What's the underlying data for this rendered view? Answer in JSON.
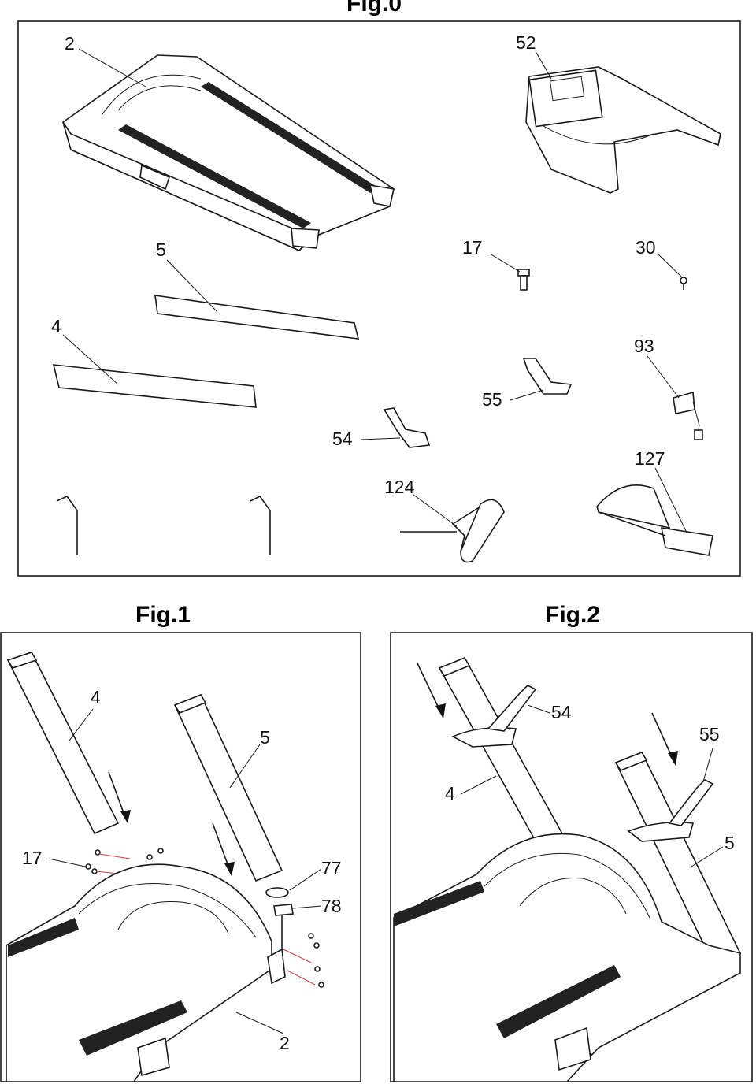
{
  "fig0": {
    "title_partial": "Fig.0",
    "labels": {
      "frame": "2",
      "console": "52",
      "upright_right": "5",
      "upright_left": "4",
      "bolt": "17",
      "screw": "30",
      "clip": "93",
      "bracket_right": "55",
      "bracket_left": "54",
      "tbar_wrench": "124",
      "grease": "127"
    }
  },
  "fig1": {
    "title": "Fig.1",
    "labels": {
      "upright_left": "4",
      "upright_right": "5",
      "bolts": "17",
      "part77": "77",
      "part78": "78",
      "frame": "2"
    }
  },
  "fig2": {
    "title": "Fig.2",
    "labels": {
      "bracket_left": "54",
      "bracket_right": "55",
      "upright_left": "4",
      "upright_right": "5"
    }
  }
}
